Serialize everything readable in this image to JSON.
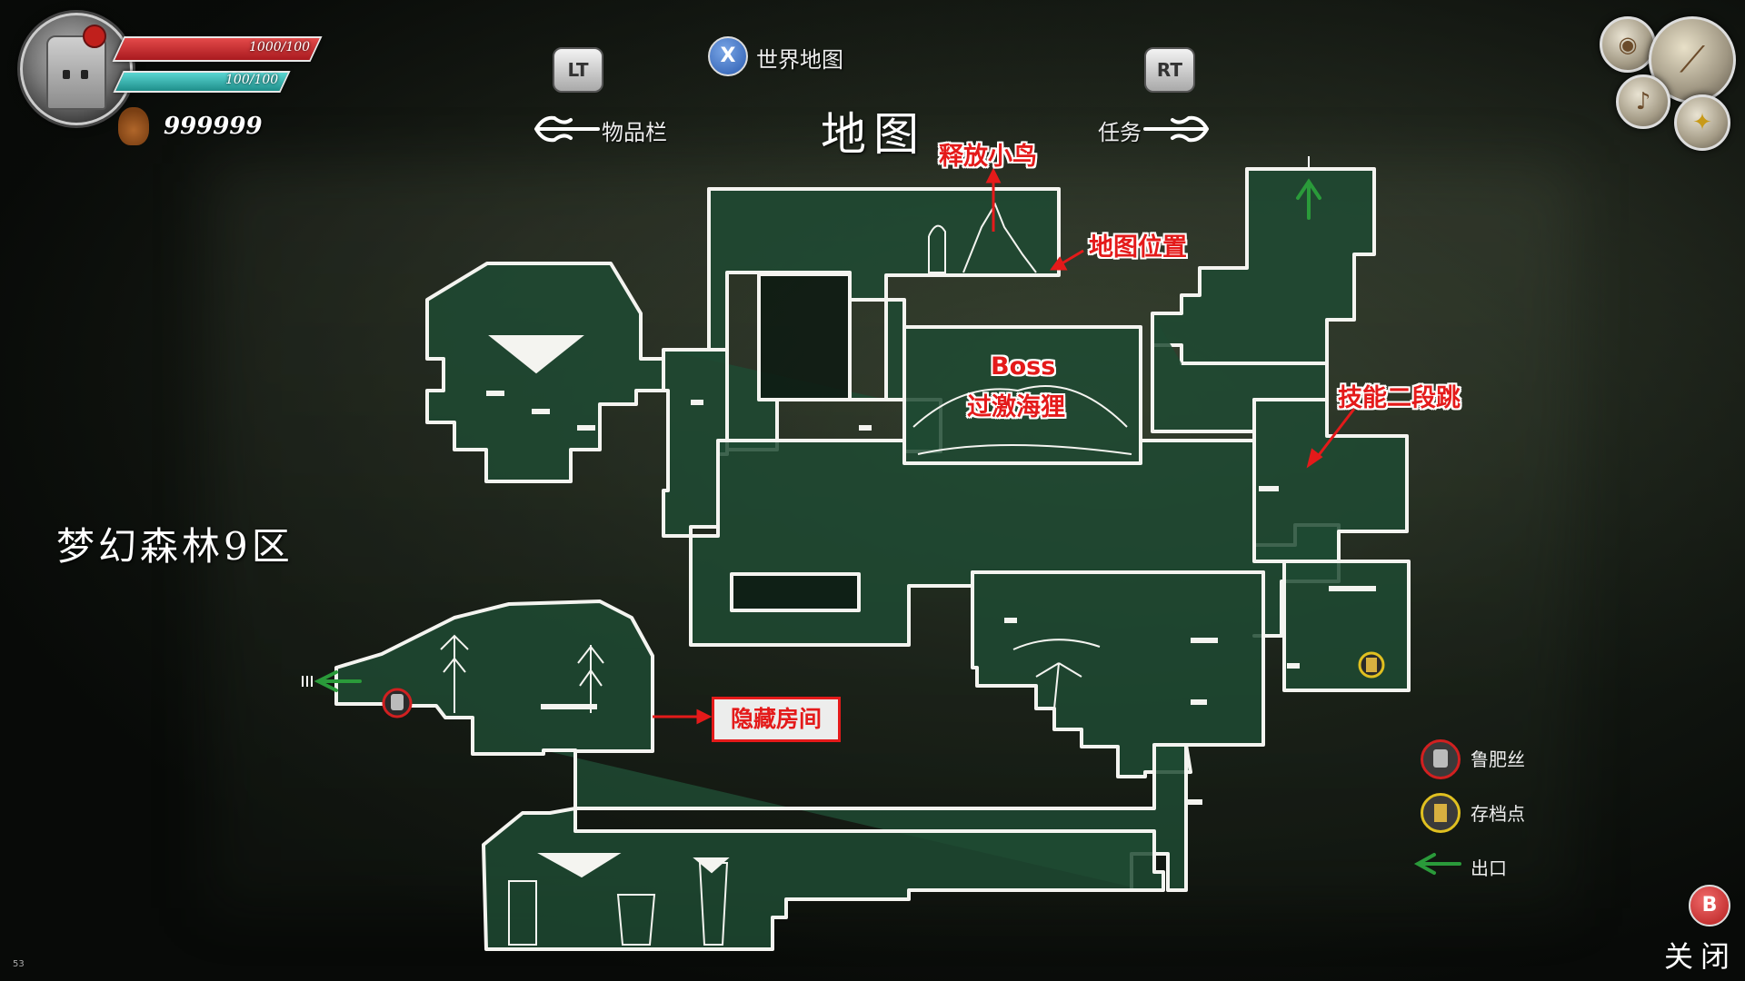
{
  "hud": {
    "hp_text": "1000/100",
    "mp_text": "100/100",
    "hp_fill": 1.0,
    "mp_fill": 1.0,
    "currency": "999999",
    "hp_color": "#c8252b",
    "mp_color": "#2fb0ad"
  },
  "top_nav": {
    "world_map_button": "X",
    "world_map_label": "世界地图",
    "left_button": "LT",
    "right_button": "RT",
    "left_tab": "物品栏",
    "right_tab": "任务",
    "title": "地图"
  },
  "area_name": "梦幻森林9区",
  "annotations": {
    "bird": "释放小鸟",
    "map_position": "地图位置",
    "boss_line1": "Boss",
    "boss_line2": "过激海狸",
    "double_jump": "技能二段跳",
    "hidden_room": "隐藏房间",
    "color": "#e41a1a"
  },
  "legend": [
    {
      "icon": "player-marker-icon",
      "label": "鲁肥丝",
      "ring_color": "#d12020"
    },
    {
      "icon": "save-point-icon",
      "label": "存档点",
      "ring_color": "#e0c020"
    },
    {
      "icon": "exit-arrow-icon",
      "label": "出口",
      "color": "#2a9a3a"
    }
  ],
  "close": {
    "button": "B",
    "label": "关闭"
  },
  "corner_number": "53",
  "map_colors": {
    "room_fill": "#1f4a32",
    "outline": "#f4f4f0"
  }
}
